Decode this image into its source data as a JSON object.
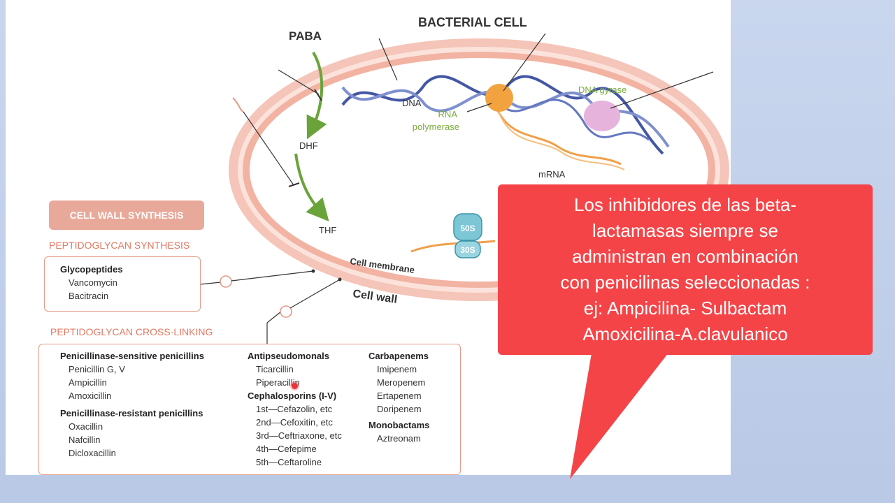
{
  "diagram": {
    "title": "BACTERIAL CELL",
    "paba": "PABA",
    "dhf": "DHF",
    "thf": "THF",
    "dna": "DNA",
    "rna_pol_1": "RNA",
    "rna_pol_2": "polymerase",
    "dna_gyrase": "DNA gyrase",
    "mrna": "mRNA",
    "ribo_50s": "50S",
    "ribo_30s": "30S",
    "cell_membrane": "Cell membrane",
    "cell_wall": "Cell wall"
  },
  "legend": {
    "banner": "CELL WALL SYNTHESIS",
    "peptidoglycan_synthesis": "PEPTIDOGLYCAN SYNTHESIS",
    "glyco": {
      "header": "Glycopeptides",
      "items": [
        "Vancomycin",
        "Bacitracin"
      ]
    },
    "cross_linking": "PEPTIDOGLYCAN CROSS-LINKING",
    "col1": {
      "h1": "Penicillinase-sensitive penicillins",
      "items1": [
        "Penicillin G, V",
        "Ampicillin",
        "Amoxicillin"
      ],
      "h2": "Penicillinase-resistant penicillins",
      "items2": [
        "Oxacillin",
        "Nafcillin",
        "Dicloxacillin"
      ]
    },
    "col2": {
      "h1": "Antipseudomonals",
      "items1": [
        "Ticarcillin",
        "Piperacillin"
      ],
      "h2": "Cephalosporins (I-V)",
      "items2": [
        "1st—Cefazolin, etc",
        "2nd—Cefoxitin, etc",
        "3rd—Ceftriaxone, etc",
        "4th—Cefepime",
        "5th—Ceftaroline"
      ]
    },
    "col3": {
      "h1": "Carbapenems",
      "items1": [
        "Imipenem",
        "Meropenem",
        "Ertapenem",
        "Doripenem"
      ],
      "h2": "Monobactams",
      "items2": [
        "Aztreonam"
      ]
    }
  },
  "callout": {
    "lines": [
      "Los inhibidores de las beta-",
      "lactamasas siempre se",
      "administran en combinación",
      "con penicilinas seleccionadas :",
      "ej: Ampicilina- Sulbactam",
      "Amoxicilina-A.clavulanico"
    ]
  },
  "colors": {
    "callout_bg": "#f44447",
    "cell_wall": "#f2b3a3",
    "label_green": "#7aac3c",
    "section_text": "#e07a63"
  }
}
